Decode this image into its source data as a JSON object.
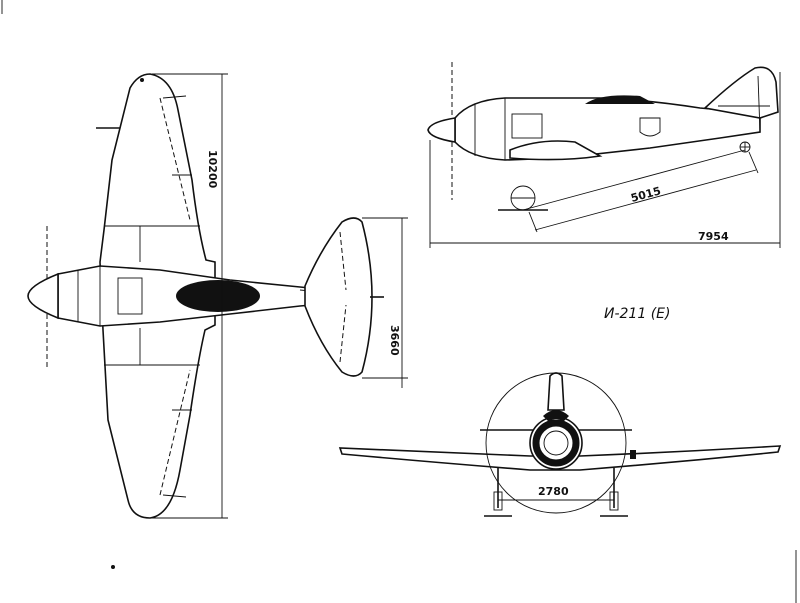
{
  "title": "И-211 (Е)",
  "dimensions": {
    "wingspan": "10200",
    "tail_span": "3660",
    "length": "7954",
    "wheelbase": "5015",
    "track": "2780"
  }
}
